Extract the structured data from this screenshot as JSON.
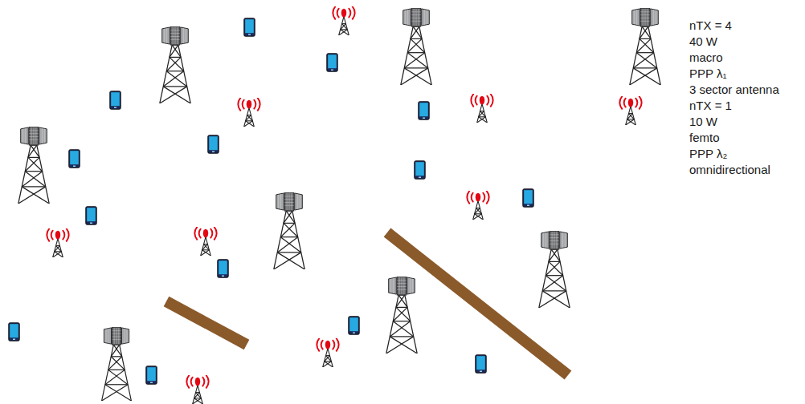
{
  "diagram": {
    "legend": [
      {
        "text": "nTX = 4"
      },
      {
        "text": "40 W"
      },
      {
        "text": "macro"
      },
      {
        "text": "PPP λ₁"
      },
      {
        "text": "3 sector antenna"
      },
      {
        "text": "nTX = 1"
      },
      {
        "text": "10 W"
      },
      {
        "text": "femto"
      },
      {
        "text": "PPP λ₂"
      },
      {
        "text": "omnidirectional"
      }
    ]
  }
}
